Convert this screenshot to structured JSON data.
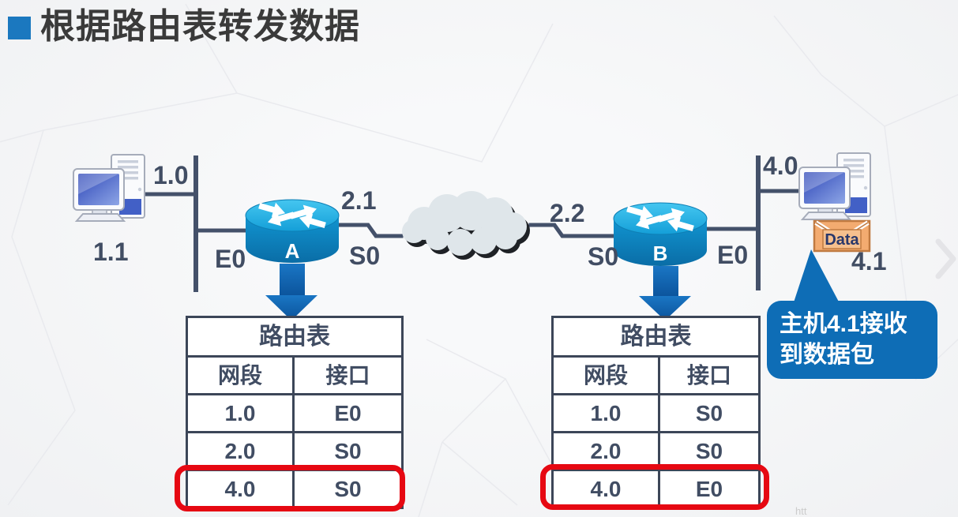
{
  "title": "根据路由表转发数据",
  "diagram": {
    "labels": {
      "left_network": "1.0",
      "left_host": "1.1",
      "router_a_eth": "E0",
      "serial_a": "2.1",
      "router_a_serial": "S0",
      "serial_b": "2.2",
      "router_b_serial": "S0",
      "router_b_eth": "E0",
      "right_network": "4.0",
      "right_host": "4.1",
      "router_a_name": "A",
      "router_b_name": "B"
    },
    "packet_label": "Data",
    "callout": {
      "line1": "主机4.1接收",
      "line2": "到数据包"
    }
  },
  "routing_tables": {
    "left": {
      "title": "路由表",
      "col_network": "网段",
      "col_interface": "接口",
      "rows": [
        {
          "network": "1.0",
          "iface": "E0"
        },
        {
          "network": "2.0",
          "iface": "S0"
        },
        {
          "network": "4.0",
          "iface": "S0"
        }
      ],
      "highlighted_row": 2
    },
    "right": {
      "title": "路由表",
      "col_network": "网段",
      "col_interface": "接口",
      "rows": [
        {
          "network": "1.0",
          "iface": "S0"
        },
        {
          "network": "2.0",
          "iface": "S0"
        },
        {
          "network": "4.0",
          "iface": "E0"
        }
      ],
      "highlighted_row": 2
    }
  },
  "nav": {
    "next_icon": "chevron-right"
  },
  "watermark": "htt",
  "colors": {
    "accent_blue": "#1b78bf",
    "diagram_ink": "#44516a",
    "router_cyan": "#18a7dd",
    "arrow_blue": "#1261ab",
    "callout_blue": "#0e6db6",
    "highlight_red": "#e60812",
    "packet_orange": "#f2aa6e",
    "cloud_gray": "#dfe6ea"
  }
}
